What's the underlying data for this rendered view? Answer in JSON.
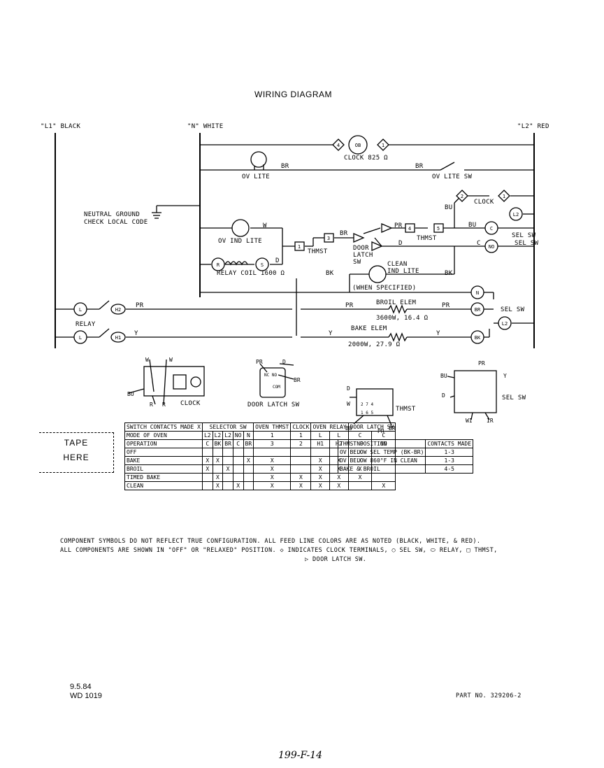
{
  "title": "WIRING DIAGRAM",
  "bus": {
    "l1": "\"L1\" BLACK",
    "n": "\"N\" WHITE",
    "l2": "\"L2\" RED"
  },
  "labels": {
    "clock825": "CLOCK 825 Ω",
    "br": "BR",
    "ovLite": "OV LITE",
    "ovLiteSw": "OV LITE SW",
    "neutral1": "NEUTRAL GROUND",
    "neutral2": "CHECK LOCAL CODE",
    "clock": "CLOCK",
    "bu": "BU",
    "selSw": "SEL SW",
    "ovIndLite": "OV IND LITE",
    "w": "W",
    "thmst": "THMST",
    "doorLatch": "DOOR LATCH SW",
    "pr": "PR",
    "d": "D",
    "c": "C",
    "relayCoil": "RELAY COIL 1600 Ω",
    "cleanIndLite": "CLEAN IND LITE",
    "bk": "BK",
    "whenSpecified": "(WHEN SPECIFIED)",
    "relay": "RELAY",
    "broilElem": "BROIL ELEM",
    "broilRating": "3600W, 16.4 Ω",
    "bakeElem": "BAKE ELEM",
    "bakeRating": "2000W, 27.9 Ω",
    "y": "Y"
  },
  "tape": {
    "line1": "TAPE",
    "line2": "HERE"
  },
  "switchTable": {
    "head1": "SWITCH CONTACTS MADE X",
    "selector": "SELECTOR SW",
    "ovenThmst": "OVEN THMST",
    "clock": "CLOCK",
    "ovenRelay": "OVEN RELAY",
    "doorLatch": "DOOR LATCH SW",
    "modeRow1": "MODE OF OVEN",
    "modeRow2": "OPERATION",
    "top": [
      "L2",
      "L2",
      "L2",
      "NO",
      "N",
      "1",
      "1",
      "L",
      "L",
      "C",
      "C"
    ],
    "bottom": [
      "C",
      "BK",
      "BR",
      "C",
      "BR",
      "3",
      "2",
      "H1",
      "H2",
      "NO",
      "NO"
    ],
    "rows": [
      {
        "mode": "OFF",
        "cells": [
          "",
          "",
          "",
          "",
          "",
          "",
          "",
          "",
          "",
          "X",
          ""
        ]
      },
      {
        "mode": "BAKE",
        "cells": [
          "X",
          "X",
          "",
          "",
          "X",
          "X",
          "",
          "X",
          "X",
          "X",
          ""
        ]
      },
      {
        "mode": "BROIL",
        "cells": [
          "X",
          "",
          "X",
          "",
          "",
          "X",
          "",
          "X",
          "X",
          "X",
          ""
        ]
      },
      {
        "mode": "TIMED BAKE",
        "cells": [
          "",
          "X",
          "",
          "",
          "",
          "X",
          "X",
          "X",
          "X",
          "X",
          ""
        ]
      },
      {
        "mode": "CLEAN",
        "cells": [
          "",
          "X",
          "",
          "X",
          "",
          "X",
          "X",
          "X",
          "X",
          "",
          "X"
        ]
      }
    ]
  },
  "thmstTable": {
    "h1": "THMST POSITION",
    "h2": "CONTACTS MADE",
    "rows": [
      {
        "pos": "OV BELOW SEL TEMP (BK-BR)",
        "contacts": "1-3"
      },
      {
        "pos": "OV BELOW 860°F IN CLEAN",
        "contacts": "1-3"
      },
      {
        "pos": "BAKE & BROIL",
        "contacts": "4-5"
      }
    ]
  },
  "notes": {
    "line1": "COMPONENT SYMBOLS DO NOT REFLECT TRUE CONFIGURATION.  ALL  FEED  LINE COLORS  ARE  AS  NOTED  (BLACK, WHITE, & RED).",
    "line2": "ALL COMPONENTS  ARE SHOWN IN \"OFF\" OR \"RELAXED\" POSITION.  ◇ INDICATES CLOCK  TERMINALS,  ○ SEL SW,  ⬭ RELAY,  □ THMST,",
    "line3": "▷ DOOR LATCH SW."
  },
  "footer": {
    "date": "9.5.84",
    "code": "WD 1019",
    "part": "PART  NO.  329206-2",
    "handwritten": "199-F-14"
  }
}
